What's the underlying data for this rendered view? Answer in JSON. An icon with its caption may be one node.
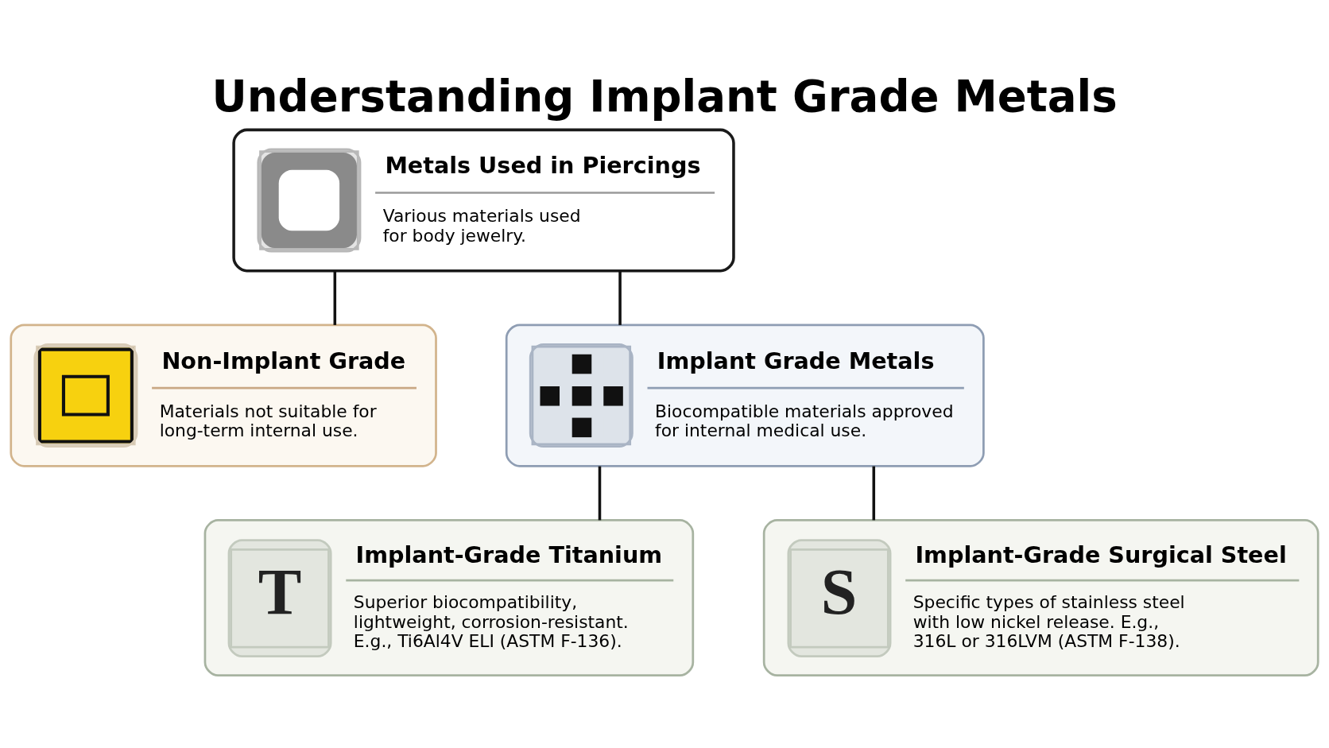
{
  "diagram": {
    "title": "Understanding Implant Grade Metals",
    "nodes": [
      {
        "text": [
          "Metals Used in Piercings",
          "Various materials used for body jewelry."
        ]
      },
      {
        "text": [
          "Non-Implant Grade",
          "Materials not suitable for long-term internal use."
        ]
      },
      {
        "text": [
          "Implant Grade Metals",
          "Biocompatible materials approved for internal medical use."
        ]
      },
      {
        "text": [
          "T",
          "Implant-Grade Titanium",
          "Superior biocompatibility, lightweight, corrosion-resistant. E.g., Ti6Al4V ELI (ASTM F-136)."
        ]
      },
      {
        "text": [
          "S",
          "Implant-Grade Surgical Steel",
          "Specific types of stainless steel with low nickel release. E.g., 316L or 316LVM (ASTM F-138)."
        ]
      }
    ],
    "edges": [
      {
        "from": 0,
        "to": 1,
        "arrow": "none"
      },
      {
        "from": 0,
        "to": 2,
        "arrow": "none"
      },
      {
        "from": 2,
        "to": 3,
        "arrow": "none"
      },
      {
        "from": 2,
        "to": 4,
        "arrow": "none"
      }
    ]
  }
}
